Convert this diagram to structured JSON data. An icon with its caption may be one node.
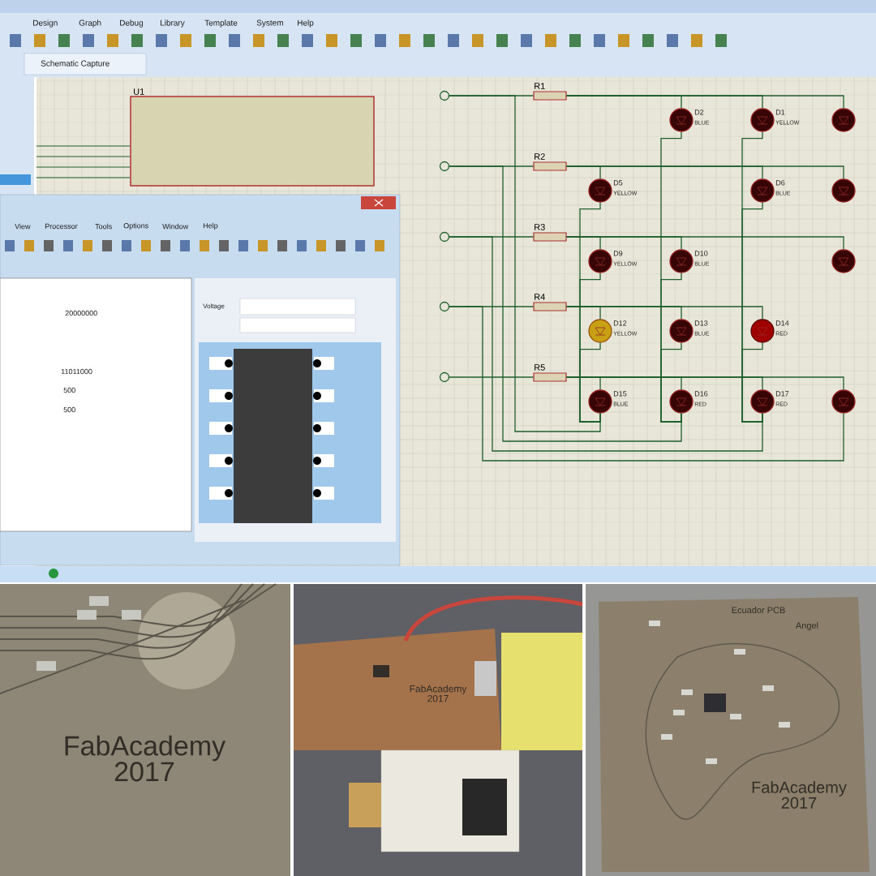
{
  "diagram": {
    "nodes": [
      {
        "text": [
          "U1"
        ]
      },
      {
        "text": [],
        "shape": "circle"
      },
      {
        "text": [],
        "shape": "circle"
      },
      {
        "text": [],
        "shape": "circle"
      },
      {
        "text": [],
        "shape": "circle"
      },
      {
        "text": [],
        "shape": "circle"
      },
      {
        "text": [
          "R1"
        ]
      },
      {
        "text": [
          "R2"
        ]
      },
      {
        "text": [
          "R3"
        ]
      },
      {
        "text": [
          "R4"
        ]
      },
      {
        "text": [
          "R5"
        ]
      },
      {
        "text": [
          "D2",
          "BLUE"
        ]
      },
      {
        "text": [
          "D1",
          "YELLOW"
        ]
      },
      {
        "text": [],
        "shape": "circle"
      },
      {
        "text": [
          "D5",
          "YELLOW"
        ]
      },
      {
        "text": [
          "D6",
          "BLUE"
        ]
      },
      {
        "text": [],
        "shape": "circle"
      },
      {
        "text": [
          "D9",
          "YELLOW"
        ]
      },
      {
        "text": [
          "D10",
          "BLUE"
        ]
      },
      {
        "text": [],
        "shape": "circle"
      },
      {
        "text": [
          "D12",
          "YELLOW"
        ]
      },
      {
        "text": [
          "D13",
          "BLUE"
        ]
      },
      {
        "text": [
          "D14",
          "RED"
        ]
      },
      {
        "text": [
          "D15",
          "BLUE"
        ]
      },
      {
        "text": [
          "D16",
          "RED"
        ]
      },
      {
        "text": [
          "D17",
          "RED"
        ]
      },
      {
        "text": [],
        "shape": "circle"
      }
    ],
    "edges": [
      {
        "from": 1,
        "to": 6,
        "arrow": "none"
      },
      {
        "from": 2,
        "to": 7,
        "arrow": "none"
      },
      {
        "from": 3,
        "to": 8,
        "arrow": "none"
      },
      {
        "from": 4,
        "to": 9,
        "arrow": "none"
      },
      {
        "from": 5,
        "to": 10,
        "arrow": "none"
      },
      {
        "from": 6,
        "to": 11,
        "arrow": "none"
      },
      {
        "from": 6,
        "to": 12,
        "arrow": "none"
      },
      {
        "from": 6,
        "to": 13,
        "arrow": "none"
      },
      {
        "from": 7,
        "to": 14,
        "arrow": "none"
      },
      {
        "from": 7,
        "to": 15,
        "arrow": "none"
      },
      {
        "from": 7,
        "to": 16,
        "arrow": "none"
      },
      {
        "from": 8,
        "to": 17,
        "arrow": "none"
      },
      {
        "from": 8,
        "to": 18,
        "arrow": "none"
      },
      {
        "from": 8,
        "to": 19,
        "arrow": "none"
      },
      {
        "from": 9,
        "to": 20,
        "arrow": "none"
      },
      {
        "from": 9,
        "to": 21,
        "arrow": "none"
      },
      {
        "from": 9,
        "to": 22,
        "arrow": "none"
      },
      {
        "from": 10,
        "to": 23,
        "arrow": "none"
      },
      {
        "from": 10,
        "to": 24,
        "arrow": "none"
      },
      {
        "from": 10,
        "to": 25,
        "arrow": "none"
      },
      {
        "from": 10,
        "to": 26,
        "arrow": "none"
      },
      {
        "from": 14,
        "to": 23,
        "arrow": "none"
      },
      {
        "from": 17,
        "to": 23,
        "arrow": "none"
      },
      {
        "from": 20,
        "to": 23,
        "arrow": "none"
      },
      {
        "from": 11,
        "to": 24,
        "arrow": "none"
      },
      {
        "from": 18,
        "to": 24,
        "arrow": "none"
      },
      {
        "from": 21,
        "to": 24,
        "arrow": "none"
      },
      {
        "from": 12,
        "to": 25,
        "arrow": "none"
      },
      {
        "from": 15,
        "to": 25,
        "arrow": "none"
      },
      {
        "from": 22,
        "to": 25,
        "arrow": "none"
      },
      {
        "from": 23,
        "to": 1,
        "arrow": "none"
      },
      {
        "from": 24,
        "to": 2,
        "arrow": "none"
      },
      {
        "from": 25,
        "to": 3,
        "arrow": "none"
      },
      {
        "from": 26,
        "to": 4,
        "arrow": "none"
      }
    ],
    "labels": [
      "Design",
      "Graph",
      "Debug",
      "Library",
      "Template",
      "System",
      "Help",
      "Schematic Capture",
      "View",
      "Processor",
      "Tools",
      "Options",
      "Window",
      "Help",
      "20000000",
      "11011000",
      "500",
      "500",
      "Voltage",
      "FabAcademy 2017",
      "FabAcademy 2017",
      "Ecuador PCB",
      "Angel",
      "FabAcademy 2017"
    ]
  }
}
